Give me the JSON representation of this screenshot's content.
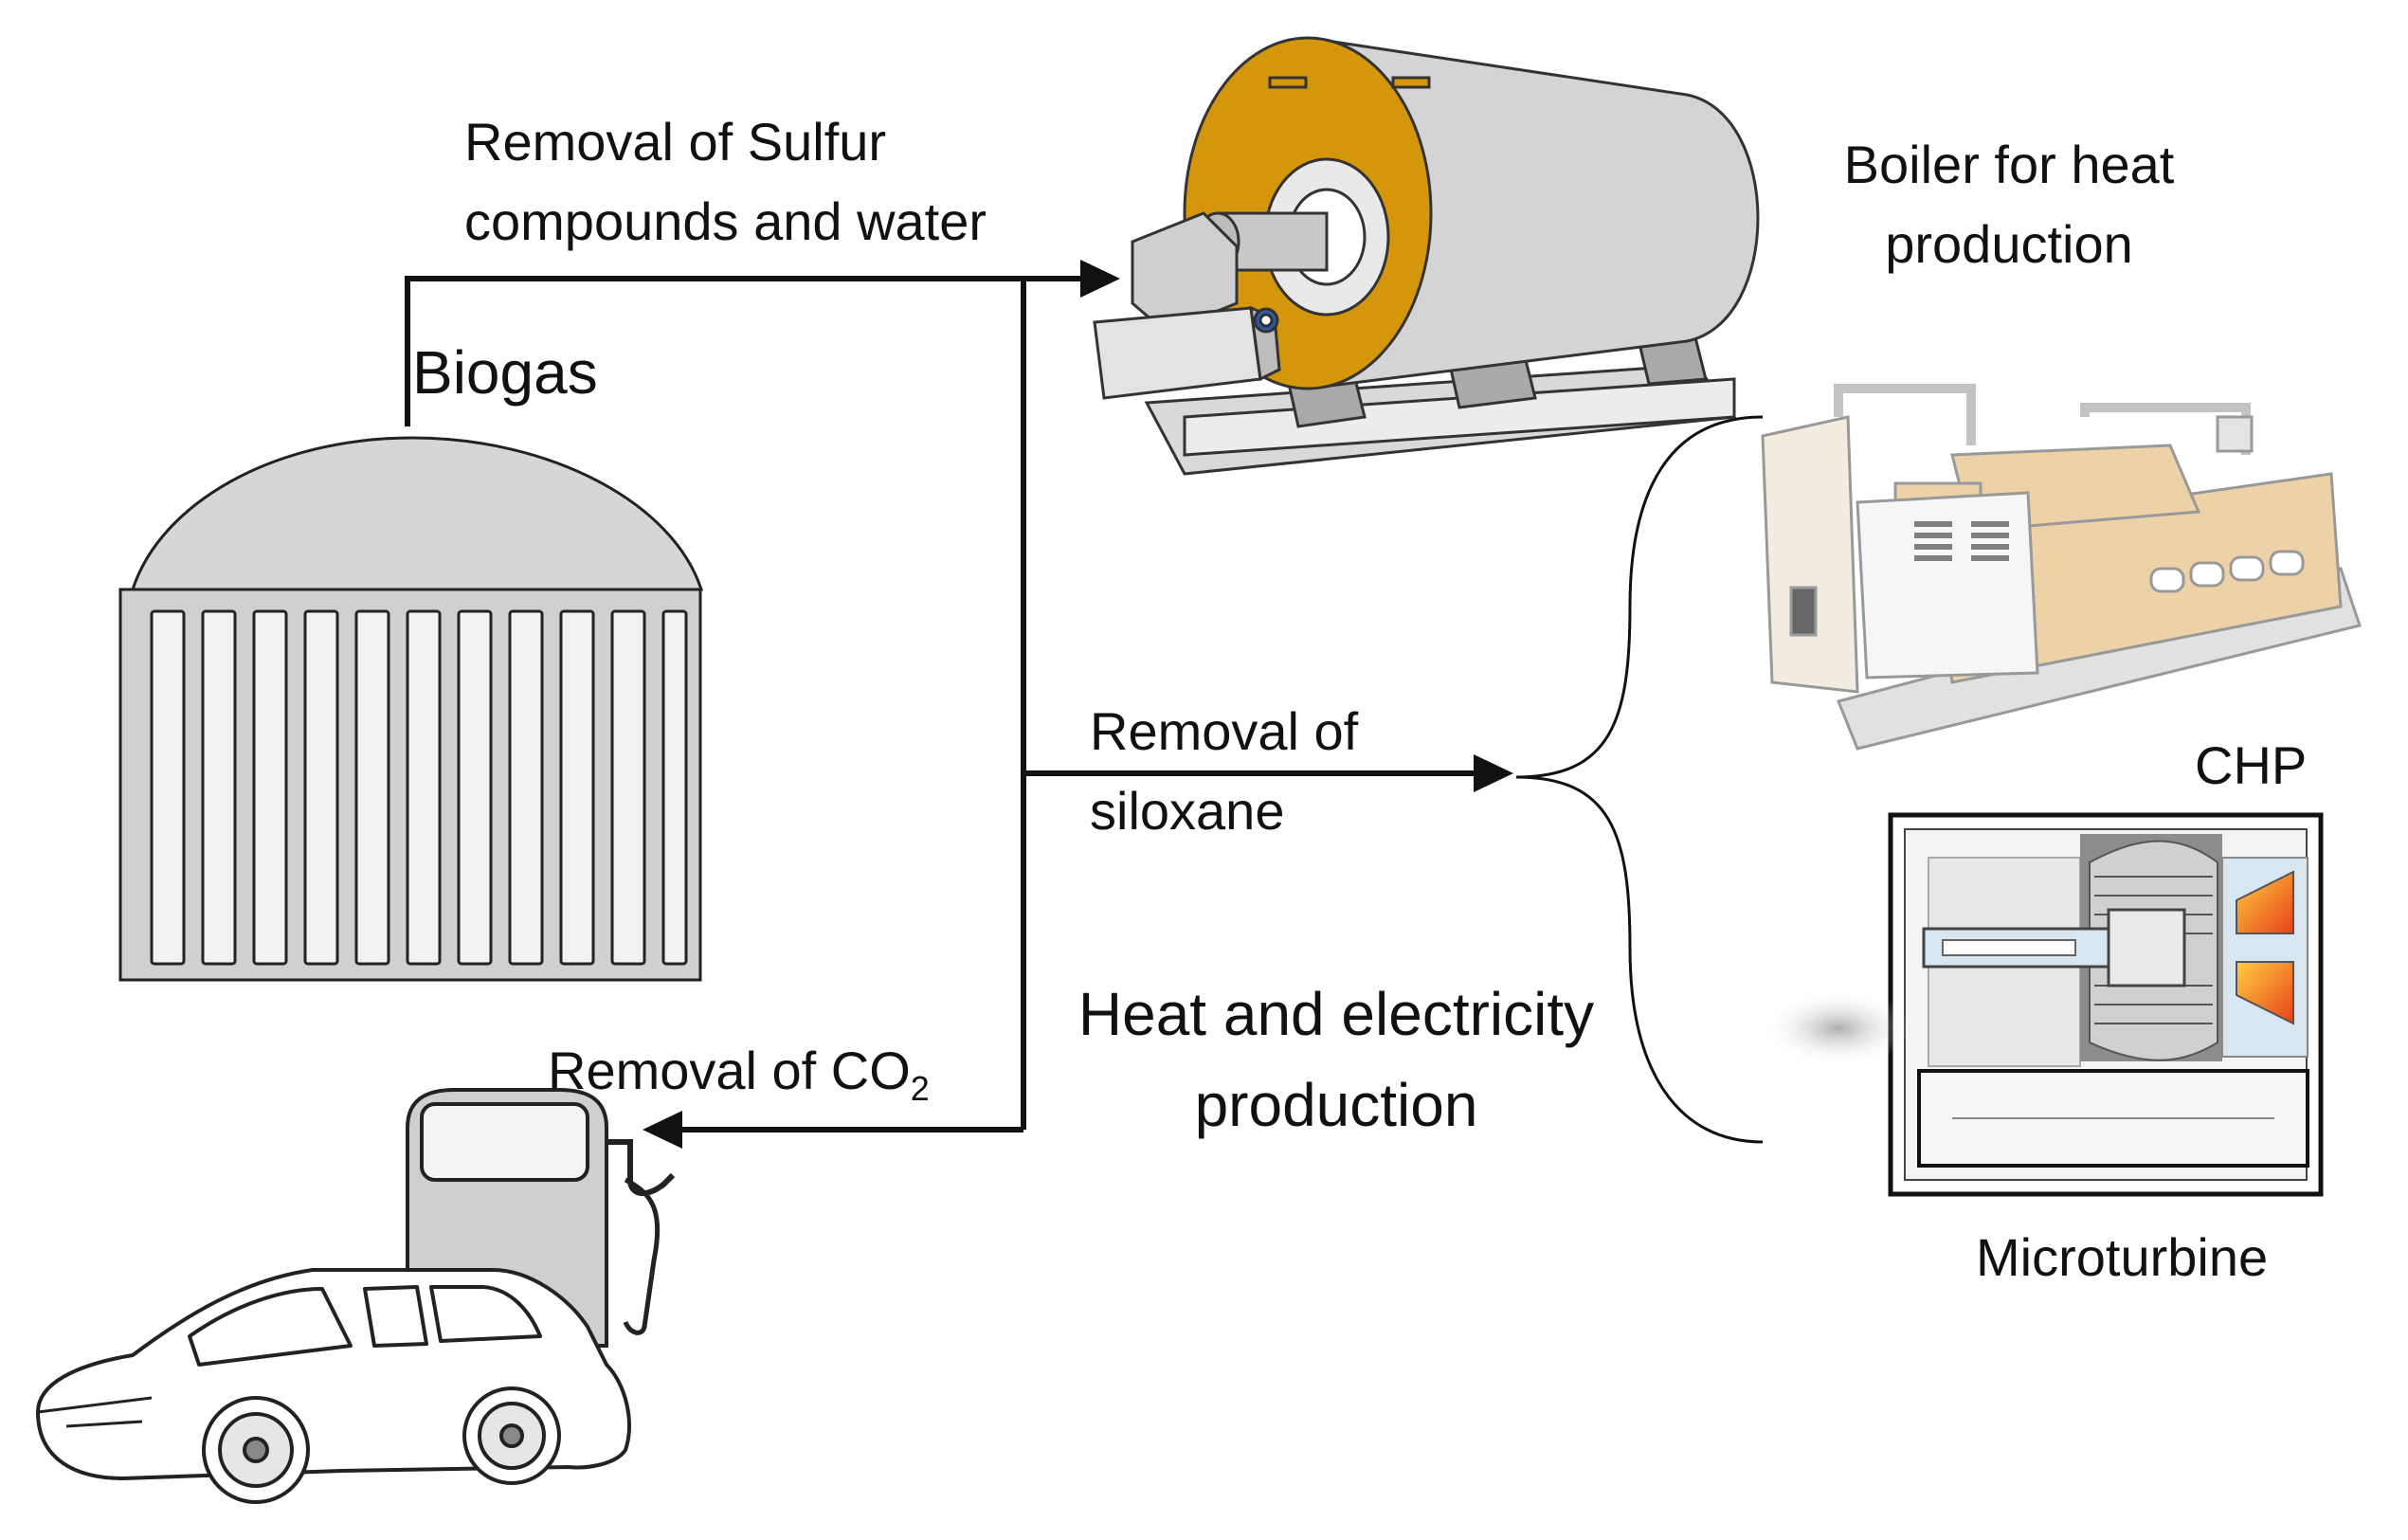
{
  "labels": {
    "biogas": "Biogas",
    "sulfur_line1": "Removal of Sulfur",
    "sulfur_line2": "compounds and water",
    "boiler_line1": "Boiler for heat",
    "boiler_line2": "production",
    "siloxane_line1": "Removal of",
    "siloxane_line2": "siloxane",
    "heat_elec_line1": "Heat and electricity",
    "heat_elec_line2": "production",
    "co2_prefix": "Removal of CO",
    "co2_subscript": "2",
    "chp": "CHP",
    "microturbine": "Microturbine"
  },
  "colors": {
    "line": "#111111",
    "digester_fill": "#d6d6d6",
    "boiler_shell": "#d4d4d6",
    "boiler_face": "#d4960a",
    "chp_accent": "#e8c48a",
    "turbine_hot": "#f08a1c"
  },
  "icons": {
    "digester": "biogas-digester-icon",
    "boiler": "boiler-icon",
    "chp": "chp-engine-icon",
    "microturbine": "microturbine-icon",
    "fuel_pump": "fuel-pump-icon",
    "car": "car-icon"
  }
}
